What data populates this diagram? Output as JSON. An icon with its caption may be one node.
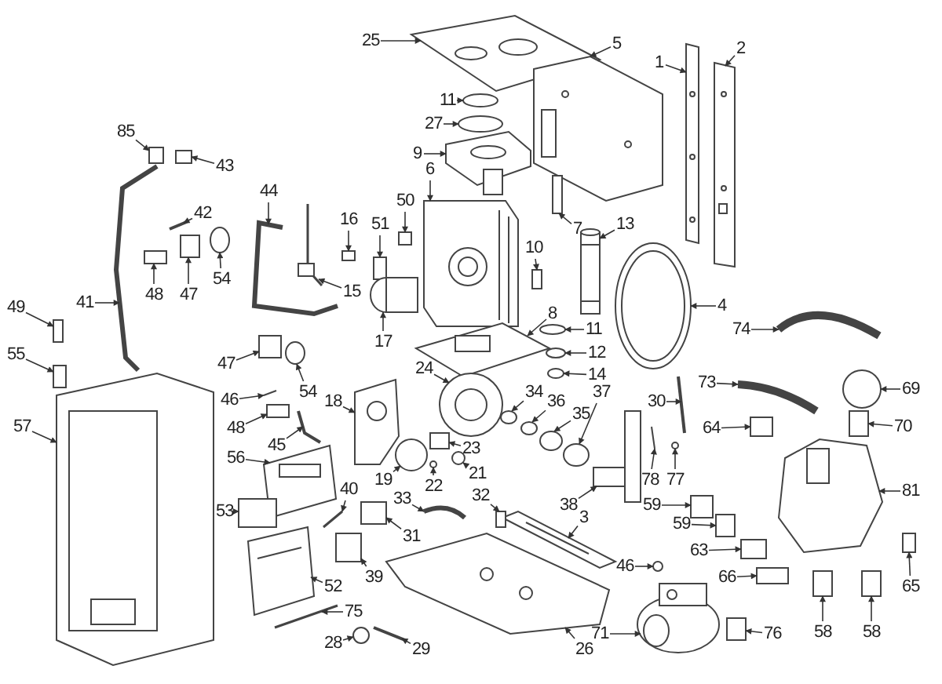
{
  "diagram": {
    "nodes": [
      {
        "text": [
          "25"
        ]
      },
      {
        "text": [],
        "shape": "picture"
      },
      {
        "text": [
          "5"
        ]
      },
      {
        "text": [],
        "shape": "picture"
      },
      {
        "text": [
          "1"
        ]
      },
      {
        "text": [],
        "shape": "picture"
      },
      {
        "text": [
          "2"
        ]
      },
      {
        "text": [],
        "shape": "picture"
      },
      {
        "text": [
          "11"
        ]
      },
      {
        "text": [],
        "shape": "circle"
      },
      {
        "text": [
          "27"
        ]
      },
      {
        "text": [],
        "shape": "circle"
      },
      {
        "text": [
          "9"
        ]
      },
      {
        "text": [],
        "shape": "picture"
      },
      {
        "text": [
          "85"
        ]
      },
      {
        "text": [],
        "shape": "box"
      },
      {
        "text": [
          "43"
        ]
      },
      {
        "text": [],
        "shape": "box"
      },
      {
        "text": [
          "6"
        ]
      },
      {
        "text": [],
        "shape": "picture"
      },
      {
        "text": [
          "44"
        ]
      },
      {
        "text": [],
        "shape": "picture"
      },
      {
        "text": [
          "42"
        ]
      },
      {
        "text": [],
        "shape": "picture"
      },
      {
        "text": [
          "7"
        ]
      },
      {
        "text": [],
        "shape": "box"
      },
      {
        "text": [
          "50"
        ]
      },
      {
        "text": [],
        "shape": "box"
      },
      {
        "text": [
          "16"
        ]
      },
      {
        "text": [],
        "shape": "box"
      },
      {
        "text": [
          "51"
        ]
      },
      {
        "text": [],
        "shape": "box"
      },
      {
        "text": [
          "13"
        ]
      },
      {
        "text": [],
        "shape": "picture"
      },
      {
        "text": [
          "10"
        ]
      },
      {
        "text": [],
        "shape": "box"
      },
      {
        "text": [
          "54"
        ]
      },
      {
        "text": [],
        "shape": "circle"
      },
      {
        "text": [
          "48"
        ]
      },
      {
        "text": [],
        "shape": "box"
      },
      {
        "text": [
          "47"
        ]
      },
      {
        "text": [],
        "shape": "box"
      },
      {
        "text": [
          "15"
        ]
      },
      {
        "text": [],
        "shape": "picture"
      },
      {
        "text": [
          "41"
        ]
      },
      {
        "text": [],
        "shape": "picture"
      },
      {
        "text": [
          "4"
        ]
      },
      {
        "text": [],
        "shape": "picture"
      },
      {
        "text": [
          "17"
        ]
      },
      {
        "text": [],
        "shape": "picture"
      },
      {
        "text": [
          "11"
        ]
      },
      {
        "text": [],
        "shape": "circle"
      },
      {
        "text": [
          "49"
        ]
      },
      {
        "text": [],
        "shape": "box"
      },
      {
        "text": [
          "74"
        ]
      },
      {
        "text": [],
        "shape": "picture"
      },
      {
        "text": [
          "12"
        ]
      },
      {
        "text": [],
        "shape": "circle"
      },
      {
        "text": [
          "8"
        ]
      },
      {
        "text": [],
        "shape": "picture"
      },
      {
        "text": [
          "14"
        ]
      },
      {
        "text": [],
        "shape": "circle"
      },
      {
        "text": [
          "55"
        ]
      },
      {
        "text": [],
        "shape": "box"
      },
      {
        "text": [
          "47"
        ]
      },
      {
        "text": [],
        "shape": "box"
      },
      {
        "text": [
          "54"
        ]
      },
      {
        "text": [],
        "shape": "circle"
      },
      {
        "text": [
          "24"
        ]
      },
      {
        "text": [],
        "shape": "picture"
      },
      {
        "text": [
          "73"
        ]
      },
      {
        "text": [],
        "shape": "picture"
      },
      {
        "text": [
          "69"
        ]
      },
      {
        "text": [],
        "shape": "circle"
      },
      {
        "text": [
          "46"
        ]
      },
      {
        "text": [],
        "shape": "picture"
      },
      {
        "text": [
          "34"
        ]
      },
      {
        "text": [],
        "shape": "circle"
      },
      {
        "text": [
          "36"
        ]
      },
      {
        "text": [],
        "shape": "circle"
      },
      {
        "text": [
          "30"
        ]
      },
      {
        "text": [],
        "shape": "picture"
      },
      {
        "text": [
          "35"
        ]
      },
      {
        "text": [],
        "shape": "circle"
      },
      {
        "text": [
          "37"
        ]
      },
      {
        "text": [],
        "shape": "circle"
      },
      {
        "text": [
          "57"
        ]
      },
      {
        "text": [],
        "shape": "picture"
      },
      {
        "text": [
          "48"
        ]
      },
      {
        "text": [],
        "shape": "box"
      },
      {
        "text": [
          "18"
        ]
      },
      {
        "text": [],
        "shape": "picture"
      },
      {
        "text": [
          "64"
        ]
      },
      {
        "text": [],
        "shape": "box"
      },
      {
        "text": [
          "70"
        ]
      },
      {
        "text": [],
        "shape": "box"
      },
      {
        "text": [
          "45"
        ]
      },
      {
        "text": [],
        "shape": "picture"
      },
      {
        "text": [
          "23"
        ]
      },
      {
        "text": [],
        "shape": "box"
      },
      {
        "text": [
          "56"
        ]
      },
      {
        "text": [],
        "shape": "picture"
      },
      {
        "text": [
          "19"
        ]
      },
      {
        "text": [],
        "shape": "circle"
      },
      {
        "text": [
          "40"
        ]
      },
      {
        "text": [],
        "shape": "picture"
      },
      {
        "text": [
          "22"
        ]
      },
      {
        "text": [],
        "shape": "circle"
      },
      {
        "text": [
          "21"
        ]
      },
      {
        "text": [],
        "shape": "circle"
      },
      {
        "text": [
          "78"
        ]
      },
      {
        "text": [],
        "shape": "picture"
      },
      {
        "text": [
          "77"
        ]
      },
      {
        "text": [],
        "shape": "circle"
      },
      {
        "text": [
          "38"
        ]
      },
      {
        "text": [],
        "shape": "picture"
      },
      {
        "text": [
          "81"
        ]
      },
      {
        "text": [],
        "shape": "picture"
      },
      {
        "text": [
          "33"
        ]
      },
      {
        "text": [],
        "shape": "picture"
      },
      {
        "text": [
          "53"
        ]
      },
      {
        "text": [],
        "shape": "box"
      },
      {
        "text": [
          "59"
        ]
      },
      {
        "text": [],
        "shape": "box"
      },
      {
        "text": [
          "3"
        ]
      },
      {
        "text": [],
        "shape": "picture"
      },
      {
        "text": [
          "31"
        ]
      },
      {
        "text": [],
        "shape": "box"
      },
      {
        "text": [
          "59"
        ]
      },
      {
        "text": [],
        "shape": "box"
      },
      {
        "text": [
          "63"
        ]
      },
      {
        "text": [],
        "shape": "box"
      },
      {
        "text": [
          "32"
        ]
      },
      {
        "text": [],
        "shape": "box"
      },
      {
        "text": [
          "39"
        ]
      },
      {
        "text": [],
        "shape": "box"
      },
      {
        "text": [
          "46"
        ]
      },
      {
        "text": [],
        "shape": "circle"
      },
      {
        "text": [
          "52"
        ]
      },
      {
        "text": [],
        "shape": "picture"
      },
      {
        "text": [
          "66"
        ]
      },
      {
        "text": [],
        "shape": "box"
      },
      {
        "text": [
          "65"
        ]
      },
      {
        "text": [],
        "shape": "box"
      },
      {
        "text": [
          "75"
        ]
      },
      {
        "text": [],
        "shape": "picture"
      },
      {
        "text": [
          "26"
        ]
      },
      {
        "text": [],
        "shape": "picture"
      },
      {
        "text": [
          "29"
        ]
      },
      {
        "text": [],
        "shape": "picture"
      },
      {
        "text": [
          "71"
        ]
      },
      {
        "text": [],
        "shape": "picture"
      },
      {
        "text": [
          "76"
        ]
      },
      {
        "text": [],
        "shape": "box"
      },
      {
        "text": [
          "58"
        ]
      },
      {
        "text": [],
        "shape": "box"
      },
      {
        "text": [
          "58"
        ]
      },
      {
        "text": [],
        "shape": "box"
      },
      {
        "text": [
          "28"
        ]
      },
      {
        "text": [],
        "shape": "circle"
      }
    ],
    "edges": [
      {
        "from": 0,
        "to": 1,
        "arrow": "to"
      },
      {
        "from": 2,
        "to": 3,
        "arrow": "to"
      },
      {
        "from": 4,
        "to": 5,
        "arrow": "to"
      },
      {
        "from": 6,
        "to": 7,
        "arrow": "to"
      },
      {
        "from": 8,
        "to": 9,
        "arrow": "to"
      },
      {
        "from": 10,
        "to": 11,
        "arrow": "to"
      },
      {
        "from": 12,
        "to": 13,
        "arrow": "to"
      },
      {
        "from": 14,
        "to": 15,
        "arrow": "to"
      },
      {
        "from": 16,
        "to": 17,
        "arrow": "to"
      },
      {
        "from": 18,
        "to": 19,
        "arrow": "to"
      },
      {
        "from": 20,
        "to": 21,
        "arrow": "to"
      },
      {
        "from": 22,
        "to": 23,
        "arrow": "to"
      },
      {
        "from": 24,
        "to": 25,
        "arrow": "to"
      },
      {
        "from": 26,
        "to": 27,
        "arrow": "to"
      },
      {
        "from": 28,
        "to": 29,
        "arrow": "to"
      },
      {
        "from": 30,
        "to": 31,
        "arrow": "to"
      },
      {
        "from": 32,
        "to": 33,
        "arrow": "to"
      },
      {
        "from": 34,
        "to": 35,
        "arrow": "to"
      },
      {
        "from": 36,
        "to": 37,
        "arrow": "to"
      },
      {
        "from": 38,
        "to": 39,
        "arrow": "to"
      },
      {
        "from": 40,
        "to": 41,
        "arrow": "to"
      },
      {
        "from": 42,
        "to": 43,
        "arrow": "to"
      },
      {
        "from": 44,
        "to": 45,
        "arrow": "to"
      },
      {
        "from": 46,
        "to": 47,
        "arrow": "to"
      },
      {
        "from": 48,
        "to": 49,
        "arrow": "to"
      },
      {
        "from": 50,
        "to": 51,
        "arrow": "to"
      },
      {
        "from": 52,
        "to": 53,
        "arrow": "to"
      },
      {
        "from": 54,
        "to": 55,
        "arrow": "to"
      },
      {
        "from": 56,
        "to": 57,
        "arrow": "to"
      },
      {
        "from": 58,
        "to": 59,
        "arrow": "to"
      },
      {
        "from": 60,
        "to": 61,
        "arrow": "to"
      },
      {
        "from": 62,
        "to": 63,
        "arrow": "to"
      },
      {
        "from": 64,
        "to": 65,
        "arrow": "to"
      },
      {
        "from": 66,
        "to": 67,
        "arrow": "to"
      },
      {
        "from": 68,
        "to": 69,
        "arrow": "to"
      },
      {
        "from": 70,
        "to": 71,
        "arrow": "to"
      },
      {
        "from": 72,
        "to": 73,
        "arrow": "to"
      },
      {
        "from": 74,
        "to": 75,
        "arrow": "to"
      },
      {
        "from": 76,
        "to": 77,
        "arrow": "to"
      },
      {
        "from": 78,
        "to": 79,
        "arrow": "to"
      },
      {
        "from": 80,
        "to": 81,
        "arrow": "to"
      },
      {
        "from": 82,
        "to": 83,
        "arrow": "to"
      },
      {
        "from": 84,
        "to": 85,
        "arrow": "to"
      },
      {
        "from": 86,
        "to": 87,
        "arrow": "to"
      },
      {
        "from": 88,
        "to": 89,
        "arrow": "to"
      },
      {
        "from": 90,
        "to": 91,
        "arrow": "to"
      },
      {
        "from": 92,
        "to": 93,
        "arrow": "to"
      },
      {
        "from": 94,
        "to": 95,
        "arrow": "to"
      },
      {
        "from": 96,
        "to": 97,
        "arrow": "to"
      },
      {
        "from": 98,
        "to": 99,
        "arrow": "to"
      },
      {
        "from": 100,
        "to": 101,
        "arrow": "to"
      },
      {
        "from": 102,
        "to": 103,
        "arrow": "to"
      },
      {
        "from": 104,
        "to": 105,
        "arrow": "to"
      },
      {
        "from": 106,
        "to": 107,
        "arrow": "to"
      },
      {
        "from": 108,
        "to": 109,
        "arrow": "to"
      },
      {
        "from": 110,
        "to": 111,
        "arrow": "to"
      },
      {
        "from": 112,
        "to": 113,
        "arrow": "to"
      },
      {
        "from": 114,
        "to": 115,
        "arrow": "to"
      },
      {
        "from": 116,
        "to": 117,
        "arrow": "to"
      },
      {
        "from": 118,
        "to": 119,
        "arrow": "to"
      },
      {
        "from": 120,
        "to": 121,
        "arrow": "to"
      },
      {
        "from": 122,
        "to": 123,
        "arrow": "to"
      },
      {
        "from": 124,
        "to": 125,
        "arrow": "to"
      },
      {
        "from": 126,
        "to": 127,
        "arrow": "to"
      },
      {
        "from": 128,
        "to": 129,
        "arrow": "to"
      },
      {
        "from": 130,
        "to": 131,
        "arrow": "to"
      },
      {
        "from": 132,
        "to": 133,
        "arrow": "to"
      },
      {
        "from": 134,
        "to": 135,
        "arrow": "to"
      },
      {
        "from": 136,
        "to": 137,
        "arrow": "to"
      },
      {
        "from": 138,
        "to": 139,
        "arrow": "to"
      },
      {
        "from": 140,
        "to": 141,
        "arrow": "to"
      },
      {
        "from": 142,
        "to": 143,
        "arrow": "to"
      },
      {
        "from": 144,
        "to": 145,
        "arrow": "to"
      },
      {
        "from": 146,
        "to": 147,
        "arrow": "to"
      },
      {
        "from": 148,
        "to": 149,
        "arrow": "to"
      },
      {
        "from": 150,
        "to": 151,
        "arrow": "to"
      },
      {
        "from": 152,
        "to": 153,
        "arrow": "to"
      },
      {
        "from": 154,
        "to": 155,
        "arrow": "to"
      },
      {
        "from": 156,
        "to": 157,
        "arrow": "to"
      },
      {
        "from": 158,
        "to": 159,
        "arrow": "to"
      }
    ]
  }
}
